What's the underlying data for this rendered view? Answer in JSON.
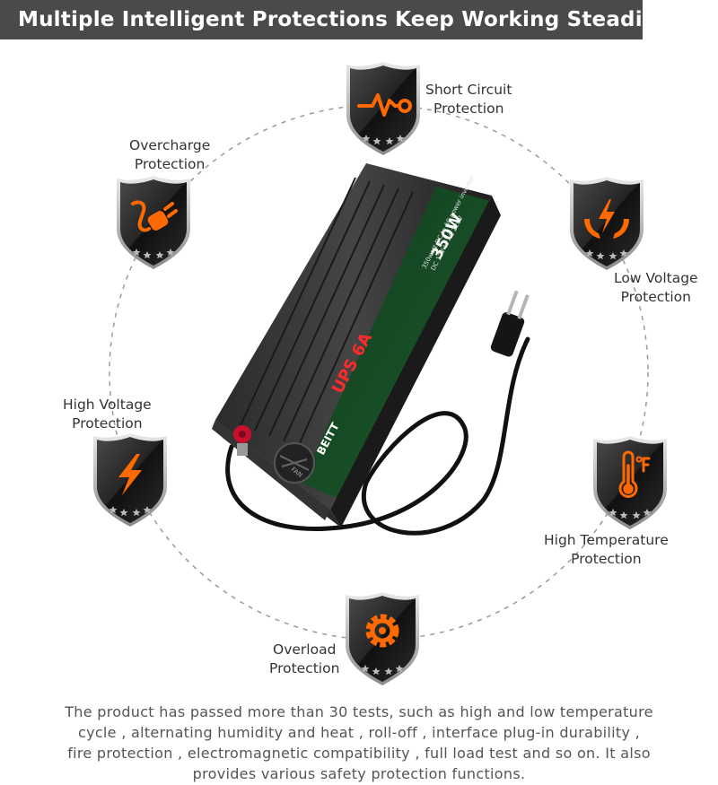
{
  "title": "Multiple Intelligent Protections Keep Working Steadily",
  "colors": {
    "accent": "#ff6a00",
    "banner": "#4a4a4a",
    "badge": "#1c1c1c"
  },
  "protections": [
    {
      "id": "short-circuit",
      "line1": "Short Circuit",
      "line2": "Protection",
      "icon": "pulse-icon"
    },
    {
      "id": "low-voltage",
      "line1": "Low Voltage",
      "line2": "Protection",
      "icon": "lightning-hands-icon"
    },
    {
      "id": "high-temperature",
      "line1": "High Temperature",
      "line2": "Protection",
      "icon": "thermometer-icon"
    },
    {
      "id": "overload",
      "line1": "Overload",
      "line2": "Protection",
      "icon": "gear-icon"
    },
    {
      "id": "high-voltage",
      "line1": "High Voltage",
      "line2": "Protection",
      "icon": "lightning-icon"
    },
    {
      "id": "overcharge",
      "line1": "Overcharge",
      "line2": "Protection",
      "icon": "plug-icon"
    }
  ],
  "product": {
    "brand": "BEITT",
    "model": "UPS 6A",
    "wattage": "350W",
    "desc1": "350watt DC to AC power inverter",
    "desc2": "DC 12V to AC 220V",
    "fan": "FAN"
  },
  "footer": [
    "The product has passed more than 30 tests, such as high and low temperature",
    "cycle , alternating humidity and heat , roll-off , interface plug-in durability ,",
    "fire protection , electromagnetic compatibility , full load test and so on. It also",
    "provides various safety protection functions."
  ]
}
